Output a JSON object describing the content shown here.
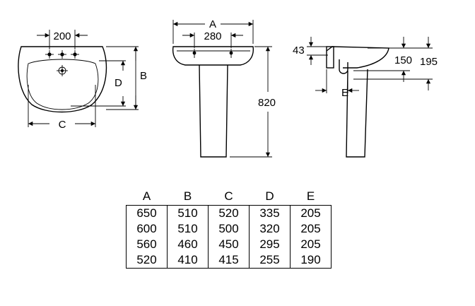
{
  "drawing": {
    "front_view": {
      "label_width": "200",
      "label_b": "B",
      "label_d": "D",
      "label_c": "C"
    },
    "pedestal_view": {
      "label_a": "A",
      "label_width": "280",
      "label_height": "820"
    },
    "side_view": {
      "label_43": "43",
      "label_150": "150",
      "label_195": "195",
      "label_e": "E"
    }
  },
  "table": {
    "headers": [
      "A",
      "B",
      "C",
      "D",
      "E"
    ],
    "rows": [
      [
        "650",
        "510",
        "520",
        "335",
        "205"
      ],
      [
        "600",
        "510",
        "500",
        "320",
        "205"
      ],
      [
        "560",
        "460",
        "450",
        "295",
        "205"
      ],
      [
        "520",
        "410",
        "415",
        "255",
        "190"
      ]
    ]
  }
}
